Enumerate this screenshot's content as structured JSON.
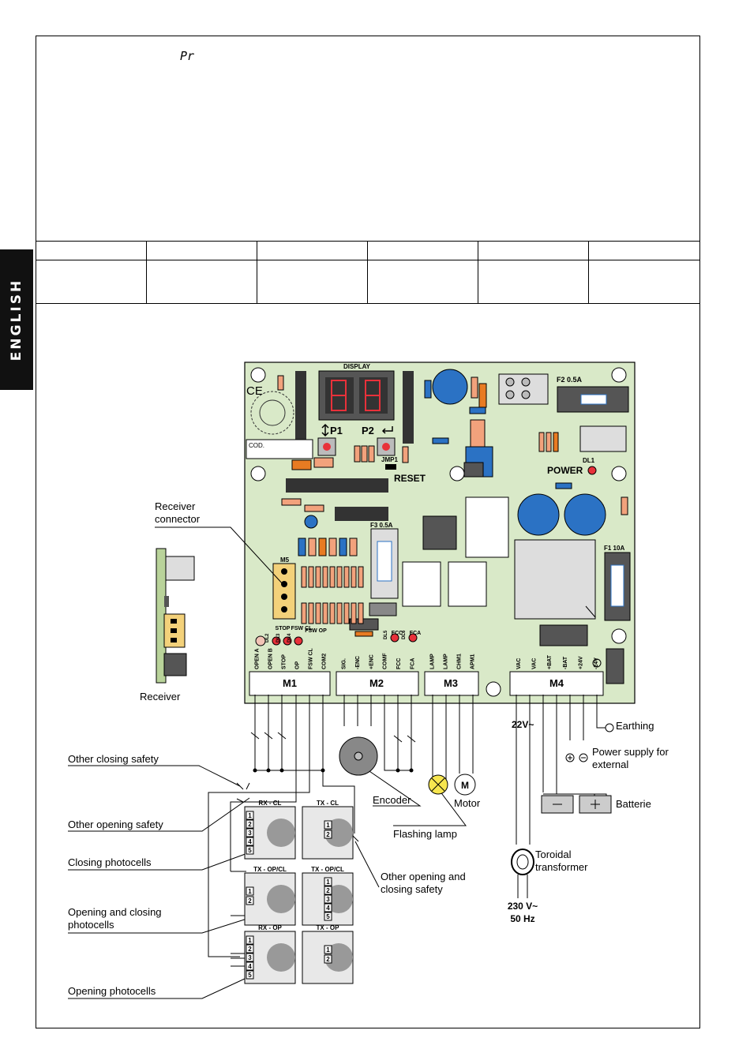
{
  "side_tab": {
    "label": "ENGLISH"
  },
  "header": {
    "param_symbol": "Pr"
  },
  "board": {
    "display_label": "DISPLAY",
    "ce_mark": "CE",
    "cod_label": "COD.",
    "p1_label": "P1",
    "p2_label": "P2",
    "jmp1_label": "JMP1",
    "reset_label": "RESET",
    "power_label": "POWER",
    "dl1_label": "DL1",
    "f1_label": "F1 10A",
    "f2_label": "F2 0.5A",
    "f3_label": "F3 0.5A",
    "m5_label": "M5",
    "leds": [
      "DL2",
      "DL3",
      "DL4",
      "DL5",
      "DL6"
    ],
    "led_captions": [
      "STOP",
      "FSW CL",
      "FSW OP",
      "FCC",
      "FCA"
    ],
    "terminal_blocks": [
      {
        "name": "M1",
        "pins": [
          "OPEN A",
          "OPEN B",
          "STOP",
          "OP",
          "FSW CL",
          "COM2"
        ]
      },
      {
        "name": "M2",
        "pins": [
          "SIG.",
          "-ENC",
          "+ENC",
          "COMF",
          "FCC",
          "FCA"
        ]
      },
      {
        "name": "M3",
        "pins": [
          "LAMP",
          "LAMP",
          "CHM1",
          "APM1"
        ]
      },
      {
        "name": "M4",
        "pins": [
          "VAC",
          "VAC",
          "+BAT",
          "-BAT",
          "+24V",
          "-24V"
        ]
      }
    ]
  },
  "callouts": {
    "receiver_connector": [
      "Receiver",
      "connector"
    ],
    "receiver": "Receiver",
    "other_closing_safety": "Other closing safety",
    "other_opening_safety": "Other opening safety",
    "closing_photocells": "Closing photocells",
    "opening_closing_photocells": [
      "Opening and closing",
      "photocells"
    ],
    "opening_photocells": "Opening photocells",
    "encoder": "Encoder",
    "motor": "Motor",
    "motor_symbol": "M",
    "flashing_lamp": "Flashing lamp",
    "other_open_close_safety": [
      "Other opening and",
      "closing safety"
    ],
    "vac22": "22V~",
    "earthing": "Earthing",
    "power_supply": [
      "Power supply for",
      "external"
    ],
    "batterie": "Batterie",
    "toroidal": [
      "Toroidal",
      "transformer"
    ],
    "mains": [
      "230 V~",
      "50 Hz"
    ]
  },
  "photocells": [
    {
      "left": "RX - CL",
      "right": "TX - CL"
    },
    {
      "left": "TX - OP/CL",
      "right": "TX - OP/CL"
    },
    {
      "left": "RX - OP",
      "right": "TX - OP"
    }
  ],
  "colors": {
    "board": "#d9e9c8",
    "led": "#e8313a",
    "cap": "#2b72c4",
    "resistor": "#f2a27c"
  }
}
